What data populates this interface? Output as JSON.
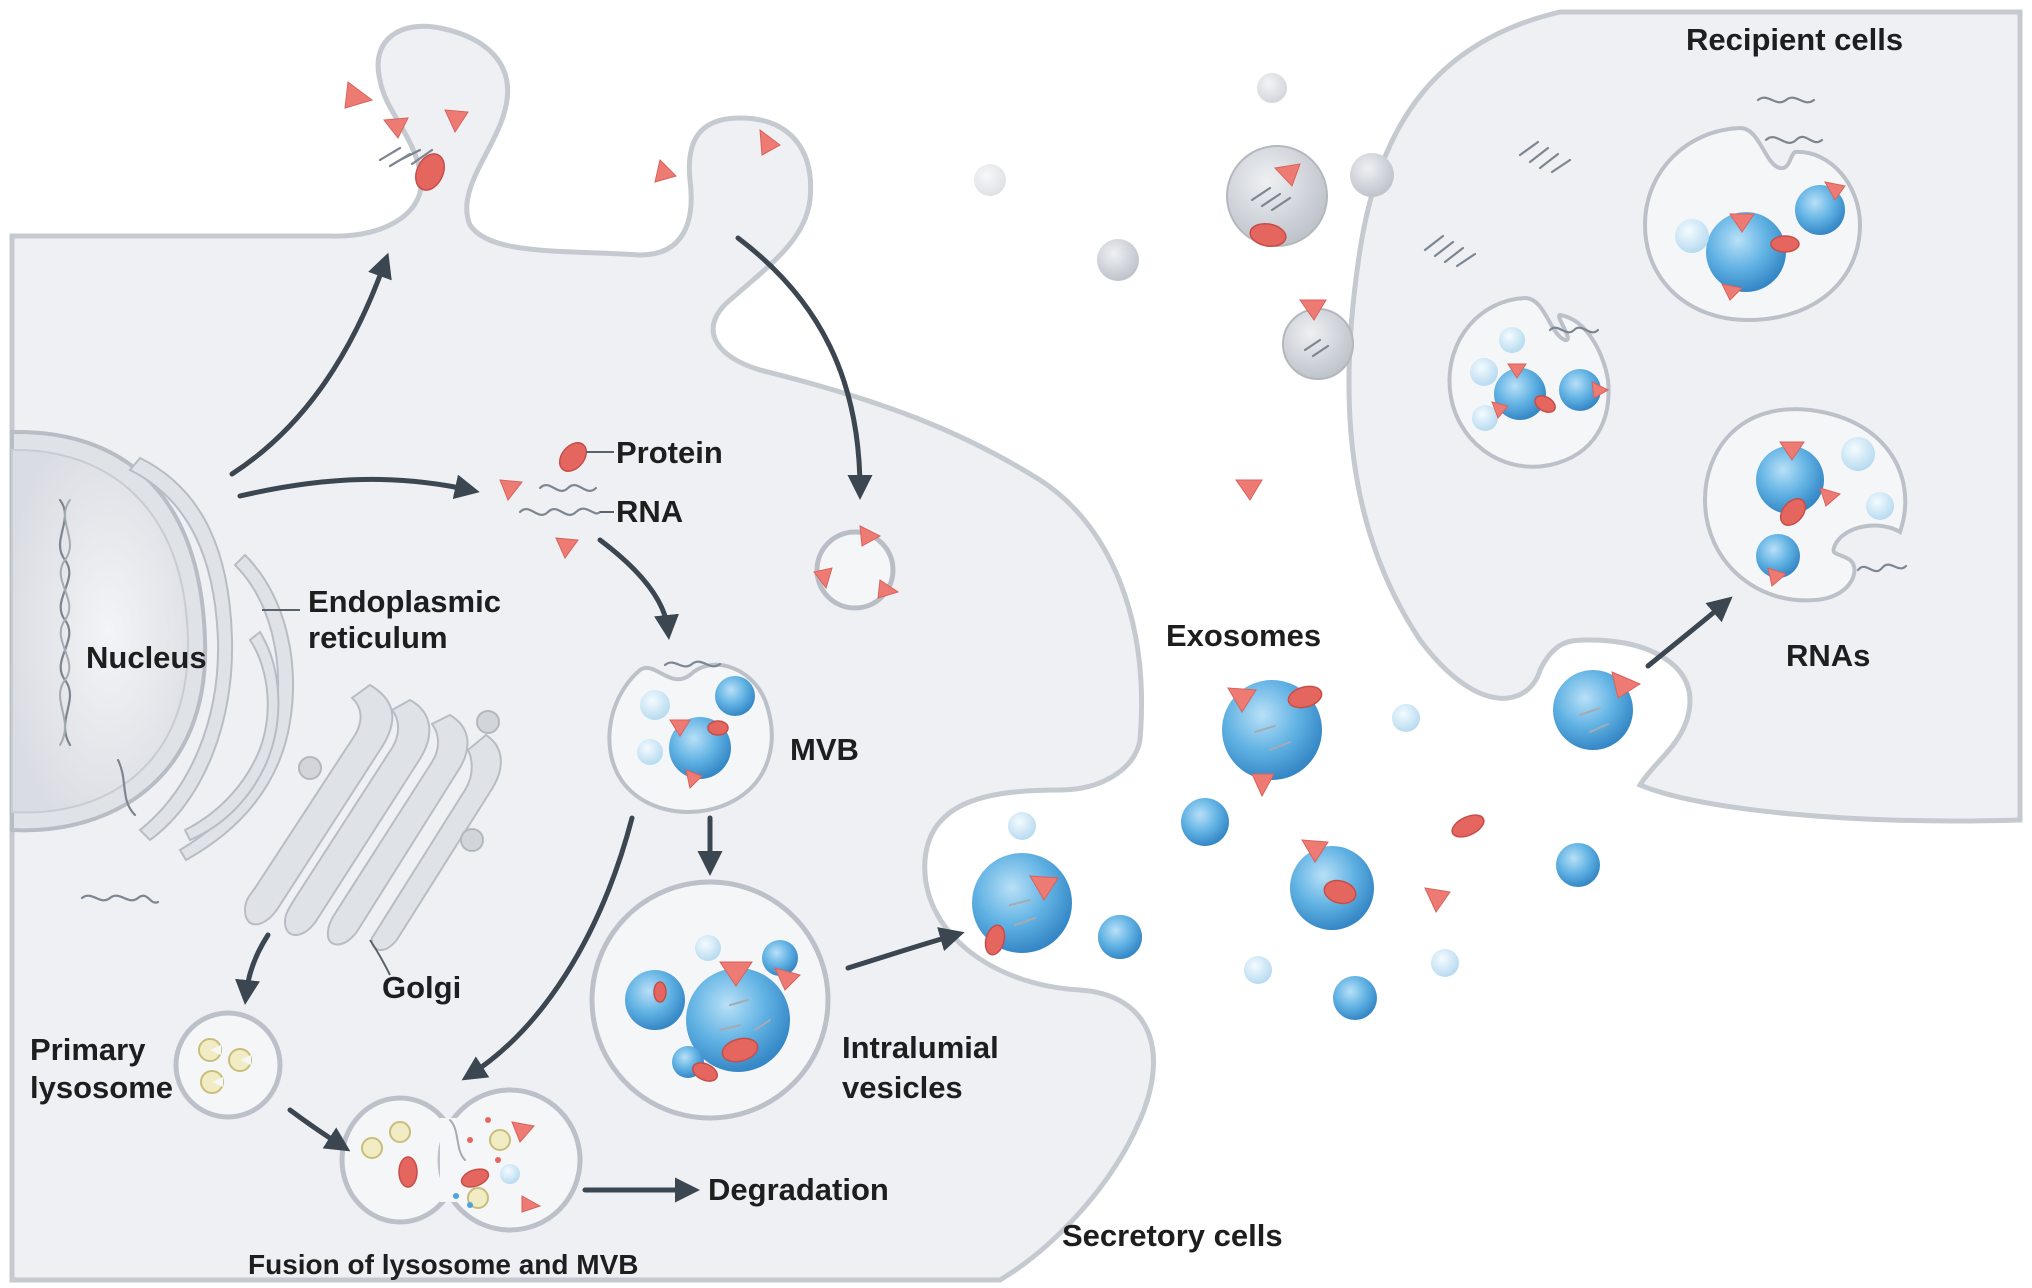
{
  "labels": {
    "protein": "Protein",
    "rna": "RNA",
    "endoplasmic_line1": "Endoplasmic",
    "endoplasmic_line2": "reticulum",
    "nucleus": "Nucleus",
    "golgi": "Golgi",
    "mvb": "MVB",
    "primary_line1": "Primary",
    "primary_line2": "lysosome",
    "intraluminal_line1": "Intralumial",
    "intraluminal_line2": "vesicles",
    "degradation": "Degradation",
    "fusion": "Fusion of lysosome and MVB",
    "secretory": "Secretory cells",
    "exosomes": "Exosomes",
    "recipient": "Recipient cells",
    "rnas": "RNAs"
  },
  "colors": {
    "cell_fill": "#eef0f4",
    "cell_stroke": "#c5c9d0",
    "vesicle_blue": "#4fa3d9",
    "protein_red": "#e5665f",
    "marker_red": "#ee7b73",
    "arrow": "#3b4650"
  }
}
